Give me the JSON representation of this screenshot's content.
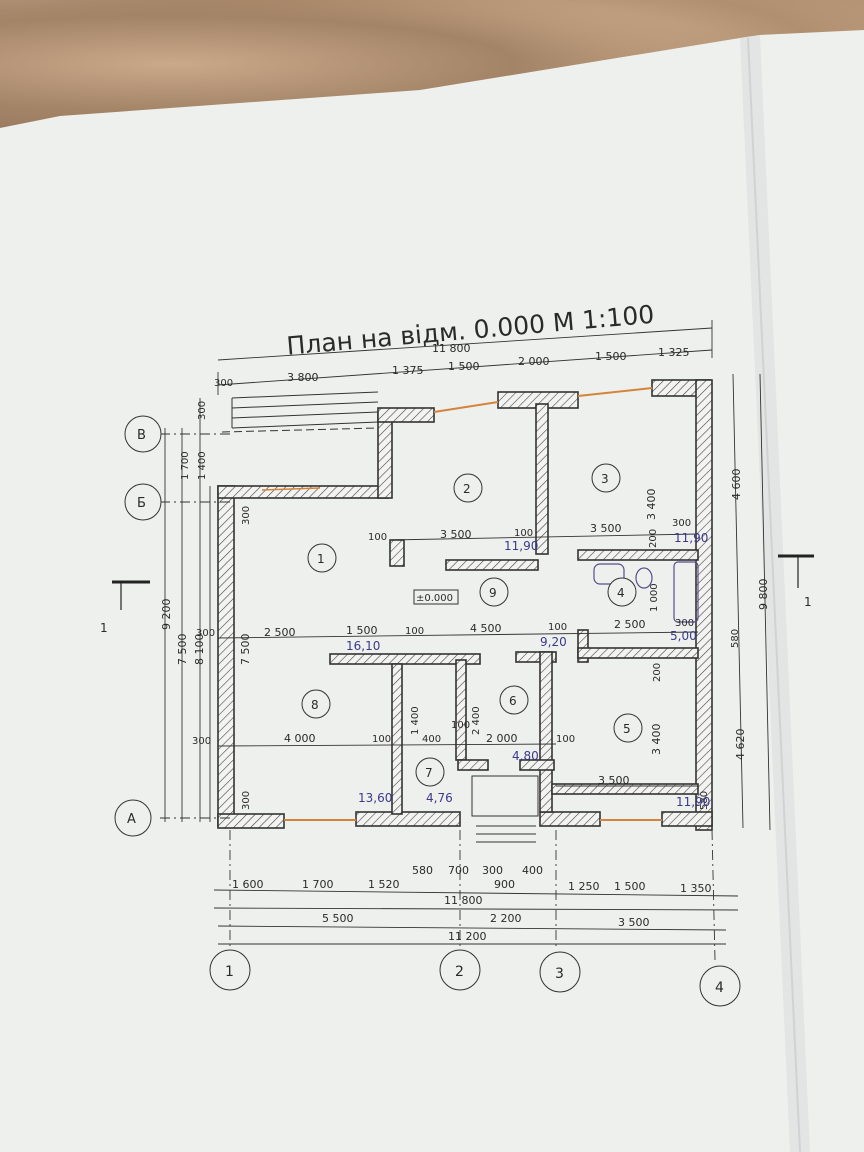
{
  "title": "План на відм. 0.000 М 1:100",
  "top_dims": {
    "overall": "11 800",
    "segments": [
      "300",
      "3 800",
      "1 375",
      "1 500",
      "2 000",
      "1 500",
      "1 325"
    ]
  },
  "axes_letters": [
    "В",
    "Б",
    "А"
  ],
  "axes_numbers": [
    "1",
    "2",
    "3",
    "4"
  ],
  "section_mark": "1",
  "rooms": [
    {
      "num": "1"
    },
    {
      "num": "2"
    },
    {
      "num": "3"
    },
    {
      "num": "4"
    },
    {
      "num": "5"
    },
    {
      "num": "6"
    },
    {
      "num": "7"
    },
    {
      "num": "8"
    },
    {
      "num": "9"
    }
  ],
  "areas": [
    "11,90",
    "11,90",
    "16,10",
    "9,20",
    "5,00",
    "4,80",
    "13,60",
    "4,76",
    "11,90"
  ],
  "level_mark": "±0.000",
  "left_dims": [
    "300",
    "1 400",
    "1 700",
    "9 200",
    "7 500",
    "8 100",
    "7 500",
    "300",
    "300"
  ],
  "right_dims": [
    "4 600",
    "9 800",
    "4 620",
    "580"
  ],
  "interior_dims": {
    "row1": [
      "100",
      "3 500",
      "100",
      "3 500",
      "300",
      "200",
      "300"
    ],
    "row2": [
      "300",
      "2 500",
      "1 500",
      "100",
      "4 500",
      "100",
      "2 500",
      "300",
      "1 000",
      "580"
    ],
    "row3": [
      "300",
      "4 000",
      "100",
      "400",
      "100",
      "2 000",
      "100",
      "3 500",
      "200",
      "300"
    ],
    "vertical": [
      "3 400",
      "3 400",
      "1 400",
      "2 400",
      "200"
    ]
  },
  "bottom_dims": {
    "row1_top": [
      "580",
      "700",
      "300",
      "400"
    ],
    "row1": [
      "1 600",
      "1 700",
      "1 520",
      "900",
      "1 250",
      "1 500",
      "1 350"
    ],
    "row2_overall": "11 800",
    "row3": [
      "5 500",
      "2 200",
      "3 500"
    ],
    "row4_overall": "11 200"
  }
}
